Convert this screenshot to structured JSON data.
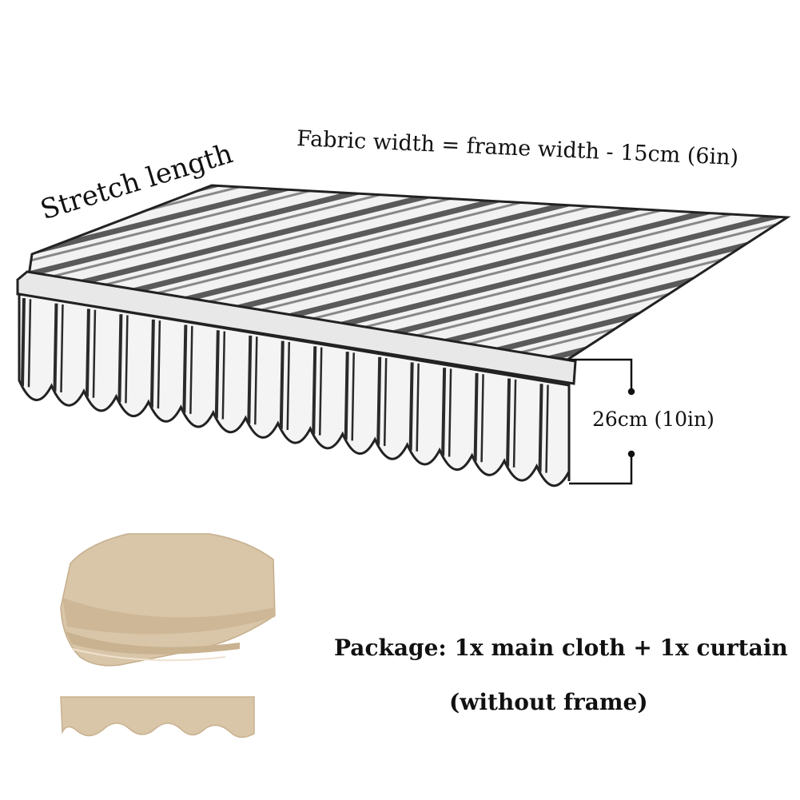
{
  "labels": {
    "stretch_length": "Stretch length",
    "fabric_width": "Fabric width = frame width - 15cm (6in)",
    "valance_height": "26cm (10in)"
  },
  "package": {
    "line1": "Package: 1x main cloth + 1x curtain",
    "line2": "(without frame)"
  },
  "colors": {
    "outline": "#222222",
    "stripe_dark": "#4a4a4a",
    "stripe_light": "#f4f4f4",
    "fabric_beige": "#d8c3a5",
    "fabric_shadow": "#bfa888"
  }
}
